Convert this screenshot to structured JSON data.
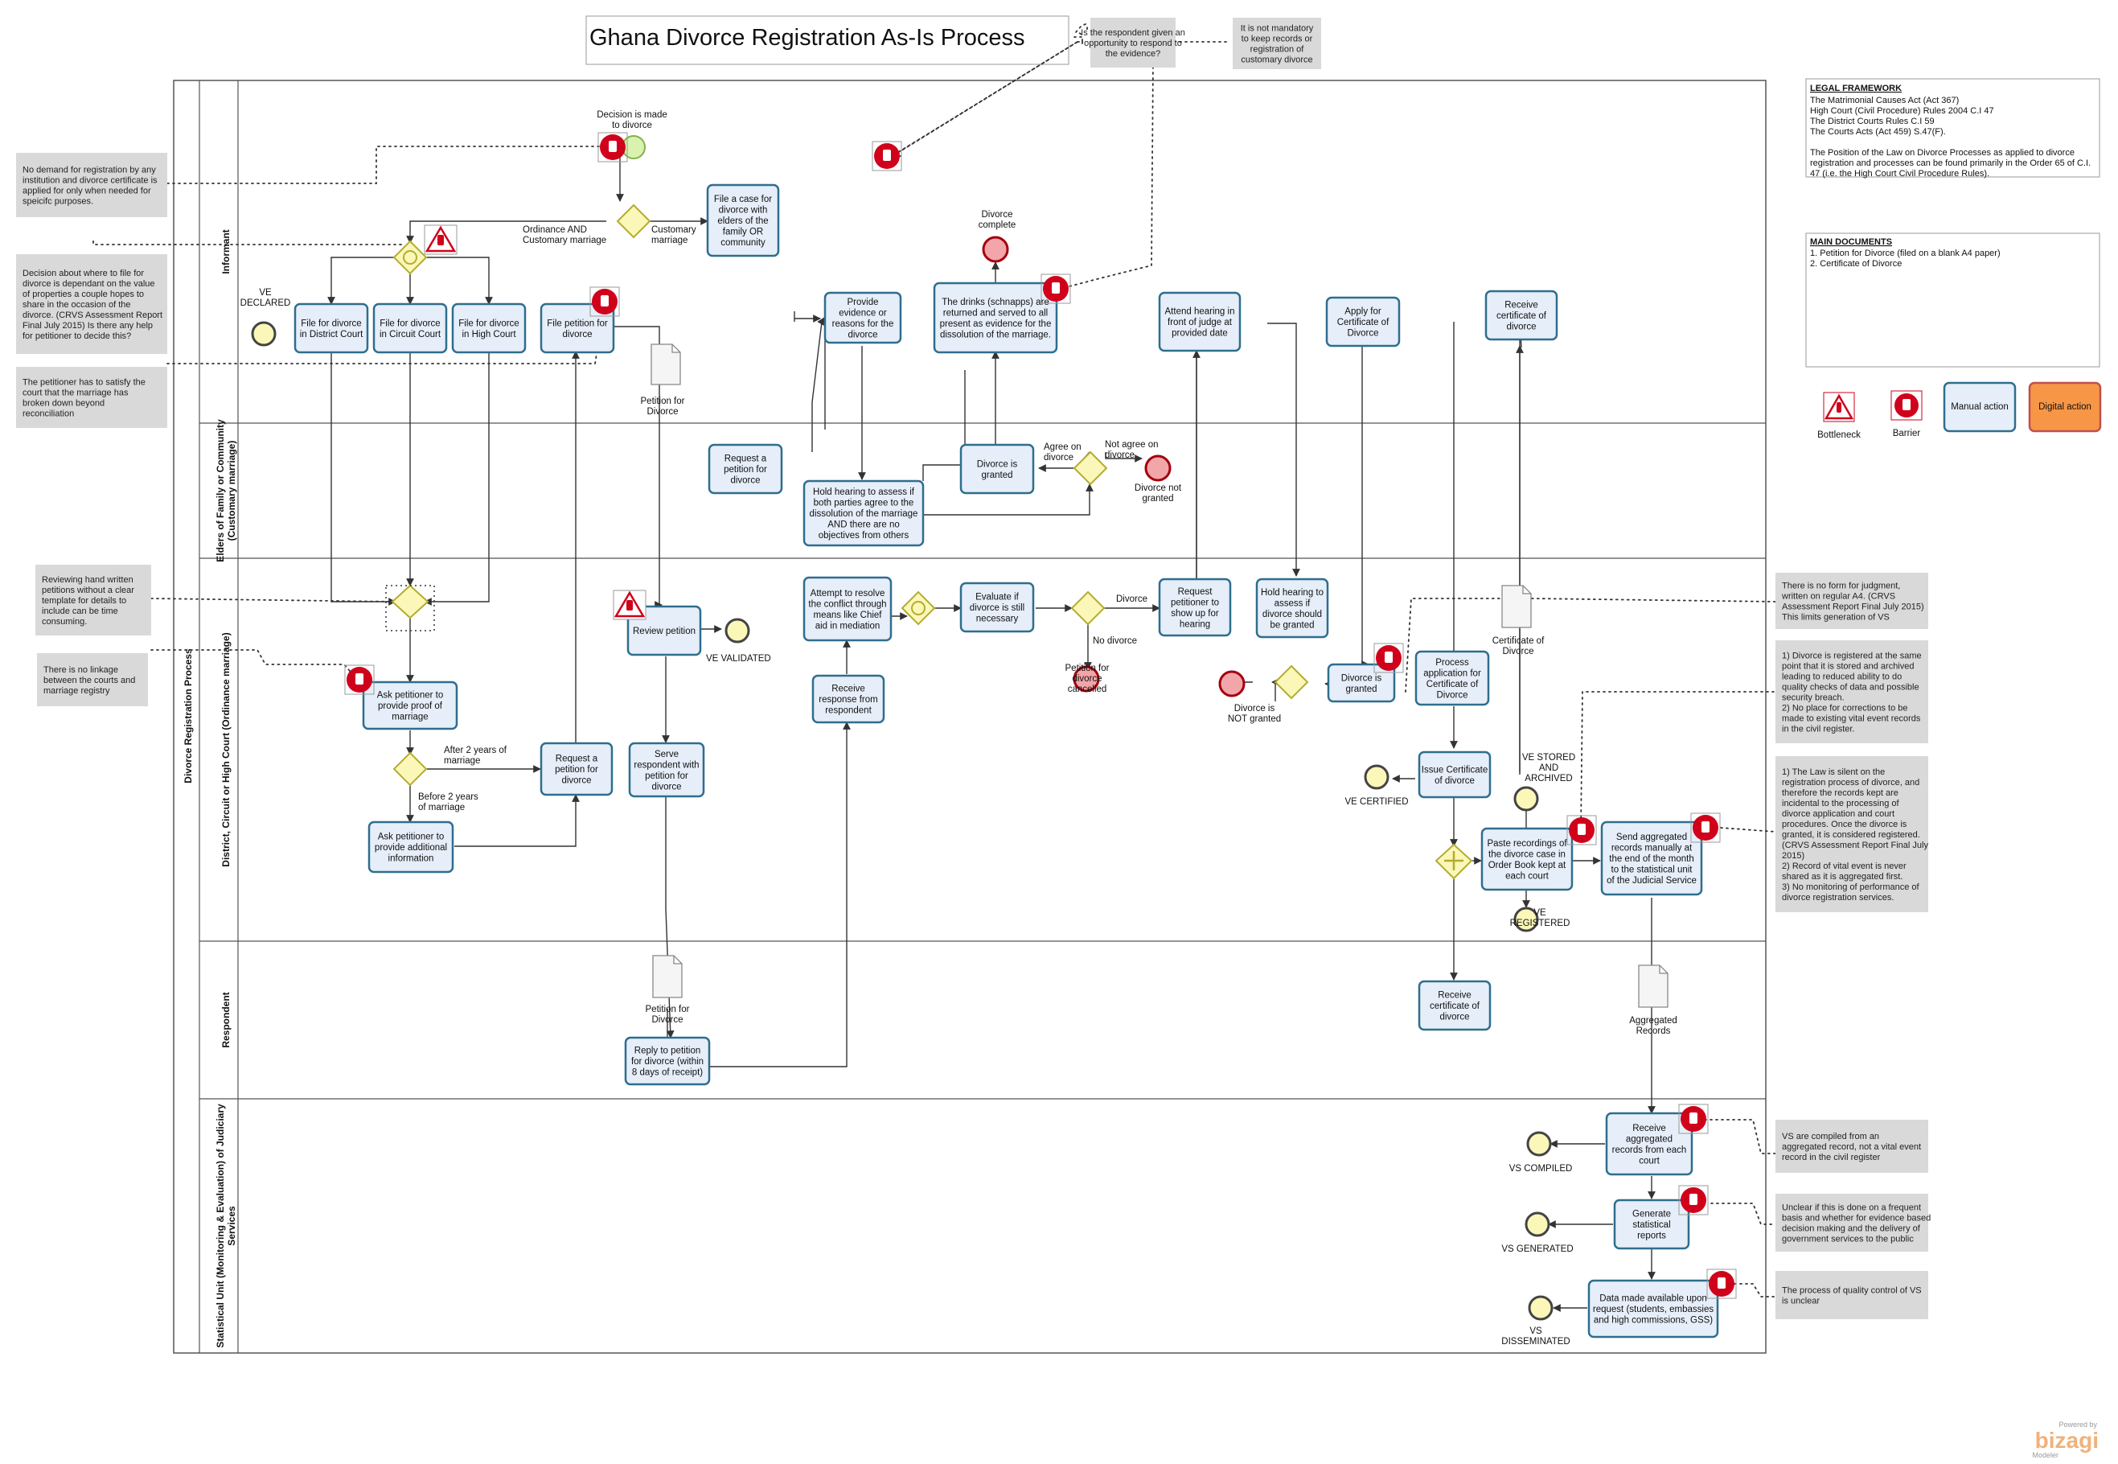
{
  "title": "Ghana Divorce Registration As-Is Process",
  "pool_label": "Divorce Registration Process",
  "lanes": {
    "informant": "Informant",
    "elders": [
      "Elders of Family or Community",
      "(Customary marriage)"
    ],
    "court": "District, Circuit or High Court (Ordinance marriage)",
    "respondent": "Respondent",
    "stat": [
      "Statistical Unit (Monitoring & Evaluation) of Judiciary",
      "Services"
    ]
  },
  "tasks": {
    "file_case_elders": [
      "File a case for",
      "divorce with",
      "elders of the",
      "family OR",
      "community"
    ],
    "file_district": [
      "File for divorce",
      "in District Court"
    ],
    "file_circuit": [
      "File for divorce",
      "in Circuit Court"
    ],
    "file_high": [
      "File for divorce",
      "in High Court"
    ],
    "file_petition": [
      "File petition for",
      "divorce"
    ],
    "provide_evidence": [
      "Provide",
      "evidence or",
      "reasons for the",
      "divorce"
    ],
    "drinks_returned": [
      "The drinks (schnapps) are",
      "returned and served to all",
      "present as evidence for the",
      "dissolution of the marriage."
    ],
    "attend_hearing": [
      "Attend hearing in",
      "front of judge at",
      "provided date"
    ],
    "apply_certificate": [
      "Apply for",
      "Certificate of",
      "Divorce"
    ],
    "receive_cert_informant": [
      "Receive",
      "certificate of",
      "divorce"
    ],
    "request_petition_elders": [
      "Request a",
      "petition for",
      "divorce"
    ],
    "hold_hearing_elders": [
      "Hold hearing to assess if",
      "both parties agree to the",
      "dissolution of the marriage",
      "AND there are no",
      "objectives from others"
    ],
    "divorce_granted_elders": [
      "Divorce is",
      "granted"
    ],
    "review_petition": [
      "Review petition"
    ],
    "ask_proof": [
      "Ask petitioner to",
      "provide proof of",
      "marriage"
    ],
    "request_petition_court": [
      "Request a",
      "petition for",
      "divorce"
    ],
    "ask_additional": [
      "Ask petitioner to",
      "provide additional",
      "information"
    ],
    "serve_respondent": [
      "Serve",
      "respondent with",
      "petition for",
      "divorce"
    ],
    "attempt_resolve": [
      "Attempt to resolve",
      "the conflict through",
      "means like Chief",
      "aid in mediation"
    ],
    "receive_response": [
      "Receive",
      "response from",
      "respondent"
    ],
    "evaluate": [
      "Evaluate if",
      "divorce is still",
      "necessary"
    ],
    "request_show_up": [
      "Request",
      "petitioner to",
      "show up for",
      "hearing"
    ],
    "hold_hearing_court": [
      "Hold hearing to",
      "assess if",
      "divorce should",
      "be granted"
    ],
    "divorce_granted_court": [
      "Divorce is",
      "granted"
    ],
    "process_application": [
      "Process",
      "application for",
      "Certificate of",
      "Divorce"
    ],
    "issue_certificate": [
      "Issue Certificate",
      "of divorce"
    ],
    "paste_recordings": [
      "Paste recordings of",
      "the divorce case in",
      "Order Book kept at",
      "each court"
    ],
    "send_aggregated": [
      "Send aggregated",
      "records manually at",
      "the end of the month",
      "to the statistical unit",
      "of the Judicial Service"
    ],
    "reply_petition": [
      "Reply to petition",
      "for divorce (within",
      "8 days of receipt)"
    ],
    "receive_cert_respondent": [
      "Receive",
      "certificate of",
      "divorce"
    ],
    "receive_aggregated": [
      "Receive",
      "aggregated",
      "records from each",
      "court"
    ],
    "generate_reports": [
      "Generate",
      "statistical",
      "reports"
    ],
    "data_available": [
      "Data made available upon",
      "request (students, embassies",
      "and high commissions, GSS)"
    ]
  },
  "labels": {
    "decision_made": [
      "Decision is  made",
      "to  divorce"
    ],
    "ordinance_customary": [
      "Ordinance AND",
      "Customary marriage"
    ],
    "customary": [
      "Customary",
      "marriage"
    ],
    "ve_declared": [
      "VE",
      "DECLARED"
    ],
    "petition_for_divorce_1": [
      "Petition for",
      "Divorce"
    ],
    "divorce_complete": [
      "Divorce",
      "complete"
    ],
    "agree": [
      "Agree on",
      "divorce"
    ],
    "not_agree": [
      "Not agree on",
      "divorce"
    ],
    "divorce_not_granted_elders": [
      "Divorce not",
      "granted"
    ],
    "ve_validated": "VE VALIDATED",
    "after_2": [
      "After 2 years of",
      "marriage"
    ],
    "before_2": [
      "Before 2 years",
      "of marriage"
    ],
    "divorce": "Divorce",
    "no_divorce": "No divorce",
    "petition_cancelled": [
      "Petition for",
      "divorce",
      "cancelled"
    ],
    "not_granted_court": [
      "Divorce is",
      "NOT granted"
    ],
    "certificate_of_divorce": [
      "Certificate of",
      "Divorce"
    ],
    "ve_certified": "VE CERTIFIED",
    "ve_stored": [
      "VE STORED",
      "AND",
      "ARCHIVED"
    ],
    "ve_registered": [
      "VE",
      "REGISTERED"
    ],
    "petition_for_divorce_2": [
      "Petition for",
      "Divorce"
    ],
    "aggregated_records": [
      "Aggregated",
      "Records"
    ],
    "vs_compiled": "VS COMPILED",
    "vs_generated": "VS GENERATED",
    "vs_disseminated": [
      "VS",
      "DISSEMINATED"
    ]
  },
  "notes": {
    "respondent_opportunity": [
      "Is the respondent given an",
      "opportunity to respond to",
      "the evidence?"
    ],
    "not_mandatory": [
      "It is not mandatory",
      "to keep records or",
      "registration of",
      "customary divorce"
    ],
    "no_demand": [
      "No demand for registration by any",
      "institution and divorce certificate is",
      "applied for only when needed for",
      "speicifc purposes."
    ],
    "decision_file": [
      "Decision about where to file for",
      "divorce is dependant on the value",
      "of properties a couple hopes to",
      "share in the occasion of the",
      "divorce.  (CRVS Assessment Report",
      "Final July 2015) Is there any help",
      "for petitioner to decide this?"
    ],
    "petitioner_satisfy": [
      "The  petitioner has to satisfy the",
      "court that the marriage has",
      "broken down beyond",
      "reconciliation"
    ],
    "reviewing_hand": [
      "Reviewing hand written",
      "petitions without a clear",
      "template for details to",
      "include can be time",
      "consuming."
    ],
    "no_linkage": [
      "There is no linkage",
      "between the courts and",
      "marriage registry"
    ],
    "no_form": [
      "There is no form for judgment,",
      "written on regular A4. (CRVS",
      "Assessment Report Final July 2015)",
      "This limits generation of VS"
    ],
    "registered_same_point": [
      "1) Divorce is registered at the same",
      "point that it is stored and archived",
      "leading to reduced ability to do",
      "quality checks of data and possible",
      "security breach.",
      "2) No place for corrections to be",
      "made to existing vital event records",
      "in the civil register."
    ],
    "law_silent": [
      "1) The Law is silent on the",
      "registration process of divorce, and",
      "therefore the records kept are",
      "incidental to the processing of",
      "divorce application and court",
      "procedures. Once the divorce is",
      "granted, it is considered registered.",
      "(CRVS Assessment Report Final July",
      "2015)",
      "2) Record of vital event is never",
      "shared as it is aggregated first.",
      "3) No monitoring of performance of",
      "divorce registration services."
    ],
    "vs_compiled_note": [
      "VS are compiled from an",
      "aggregated record, not a vital event",
      "record in the civil register"
    ],
    "unclear_frequent": [
      "Unclear if this is done on a frequent",
      "basis and whether for evidence based",
      "decision making and the delivery of",
      "government services to the public"
    ],
    "quality_control": [
      "The process of quality control of VS",
      "is unclear"
    ]
  },
  "legal_framework": {
    "heading": "LEGAL FRAMEWORK",
    "lines": [
      "The Matrimonial Causes Act (Act 367)",
      "High Court (Civil Procedure) Rules 2004 C.I 47",
      "The District Courts Rules C.I 59",
      "The Courts Acts (Act 459) S.47(F).",
      "",
      "The Position of the Law on Divorce Processes as applied to divorce",
      "registration and processes can be found primarily in the Order 65 of C.I.",
      "47 (i.e. the High Court Civil Procedure Rules)."
    ]
  },
  "main_documents": {
    "heading": "MAIN DOCUMENTS",
    "lines": [
      "1. Petition for Divorce (filed on a blank A4 paper)",
      "2. Certificate of Divorce"
    ]
  },
  "legend": {
    "bottleneck": "Bottleneck",
    "barrier": "Barrier",
    "manual": "Manual action",
    "digital": "Digital action"
  },
  "watermark": [
    "Powered by",
    "bizagi",
    "Modeler"
  ],
  "colors": {
    "task_fill": "#e6eef9",
    "task_stroke": "#2e6e8e",
    "gateway_fill": "#fbf7b8",
    "barrier": "#d0021b",
    "digital_fill": "#f79646",
    "note_fill": "#d9d9d9",
    "end_divorce_fill": "#f2a6a9"
  },
  "icons": [
    "barrier-icon",
    "bottleneck-icon",
    "document-icon",
    "gateway-icon",
    "start-event-icon",
    "end-event-icon"
  ]
}
